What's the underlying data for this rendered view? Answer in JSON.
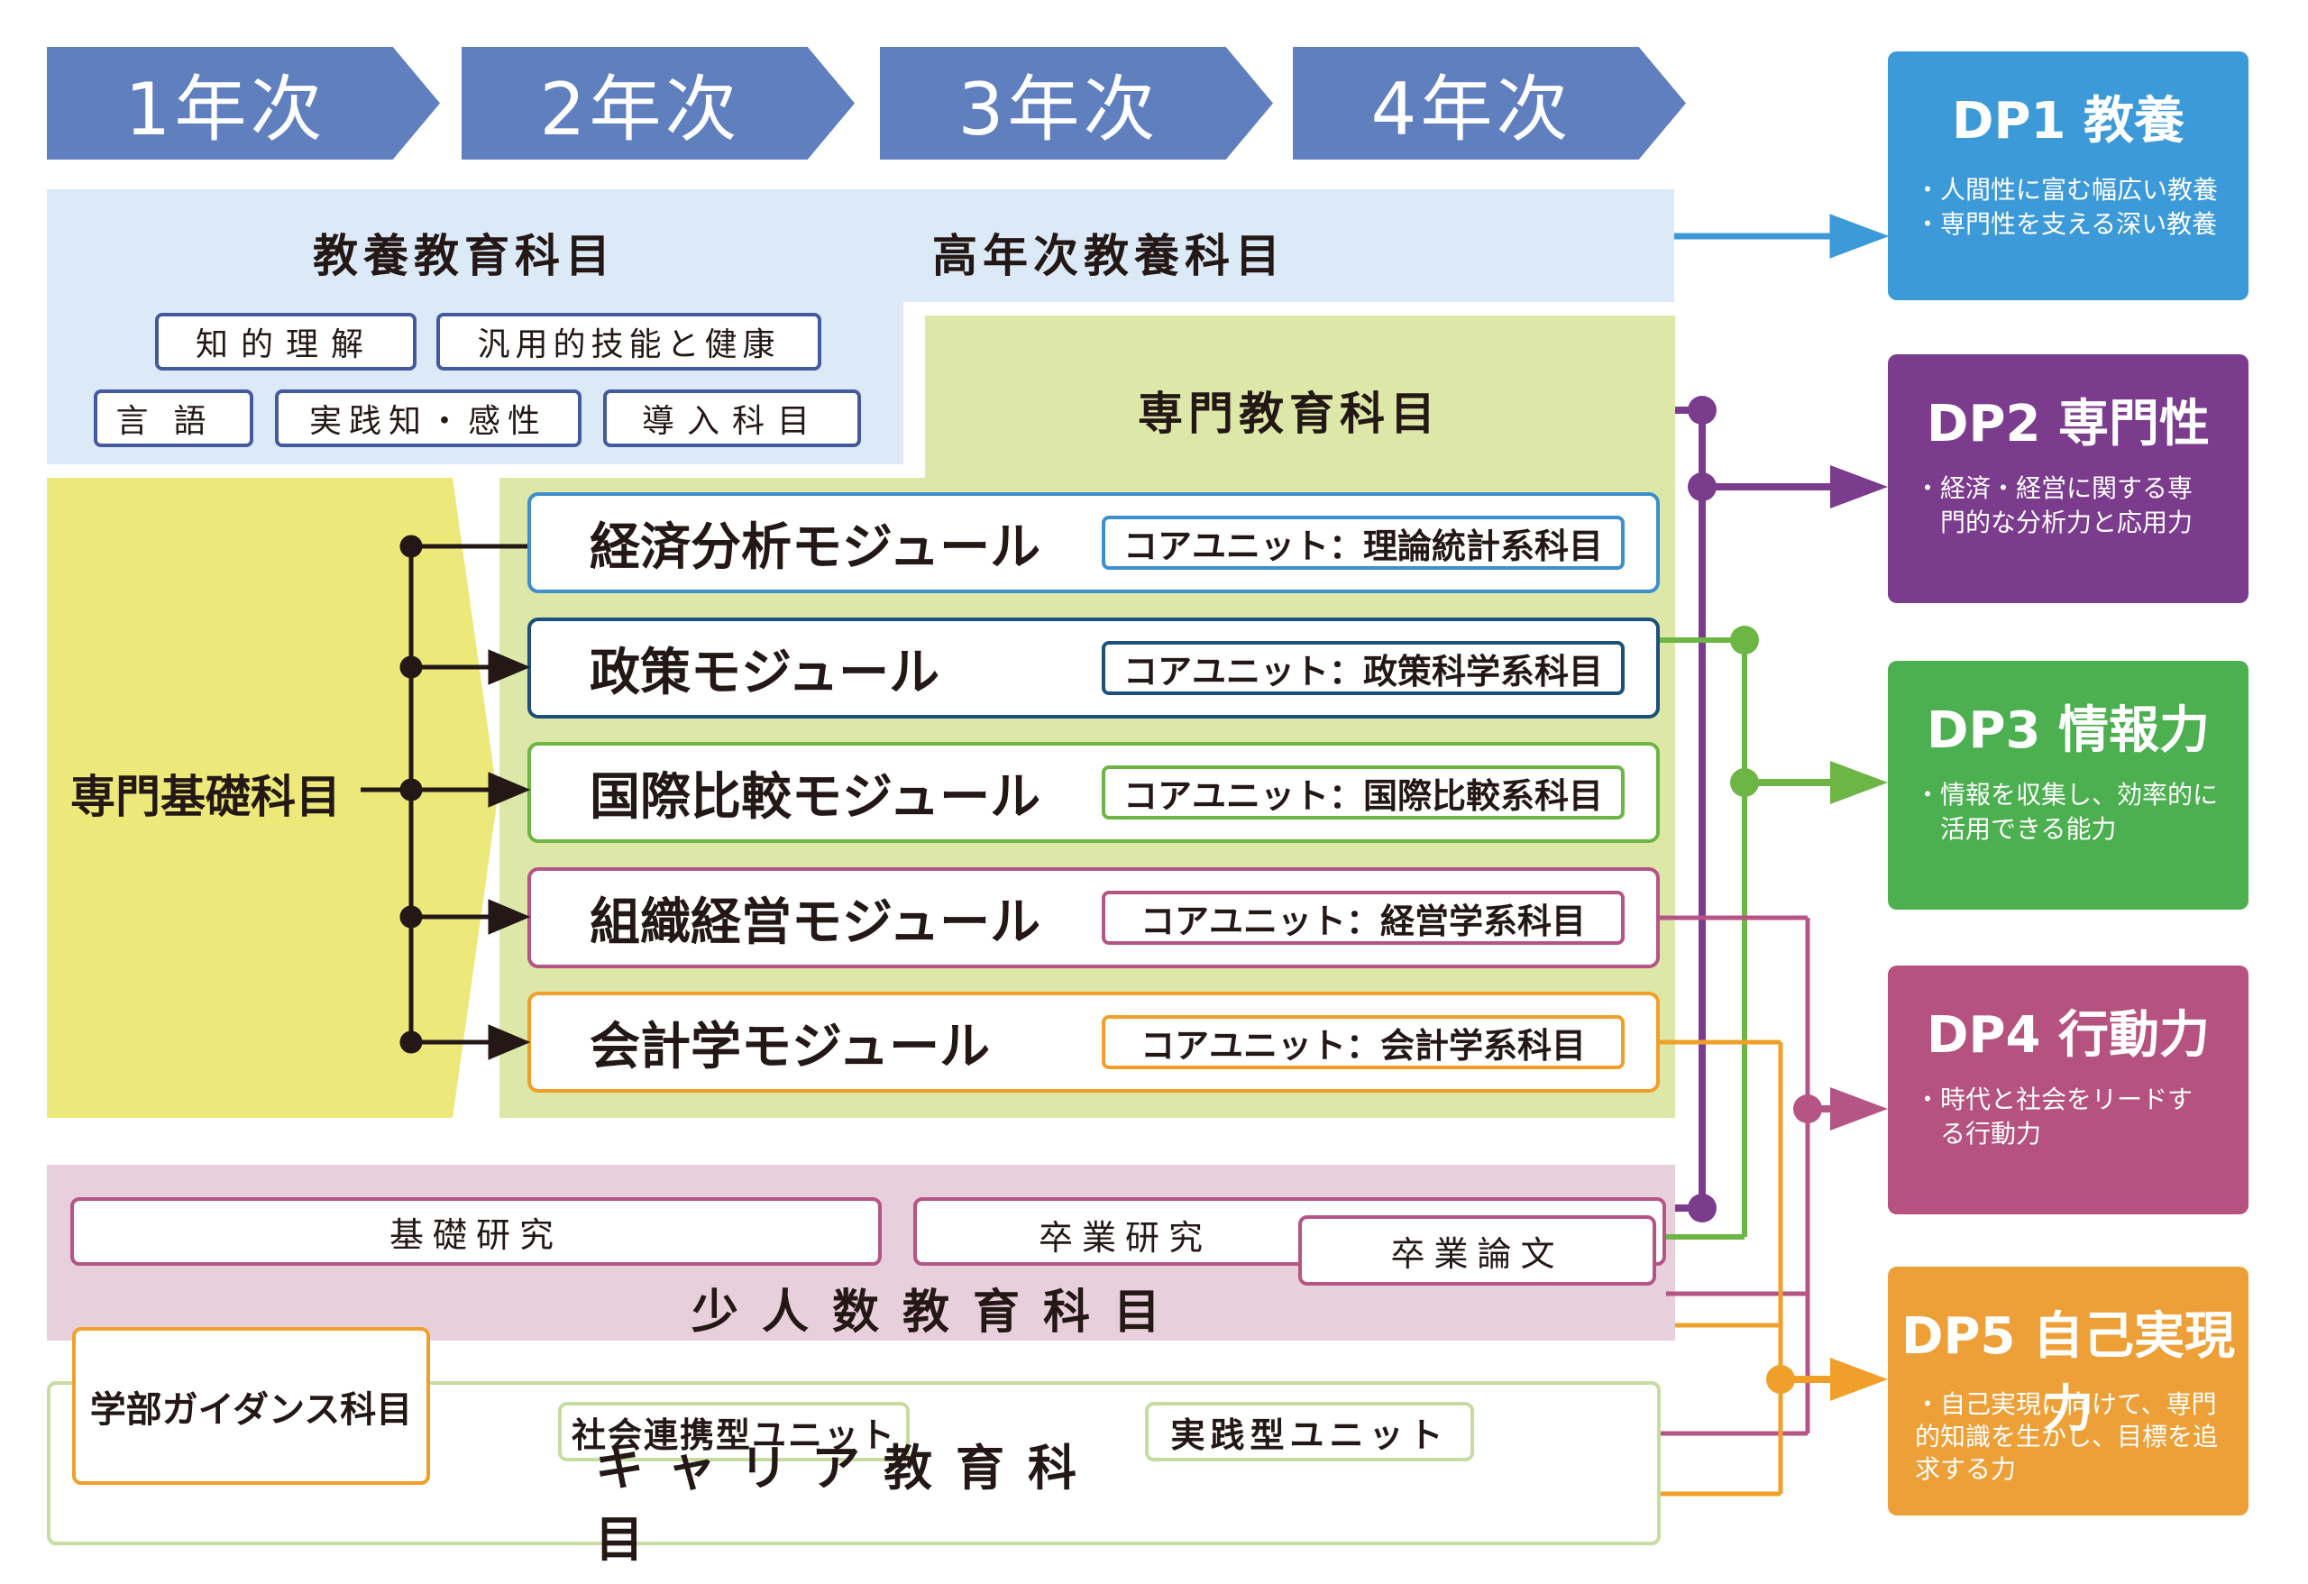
{
  "years": [
    "1年次",
    "2年次",
    "3年次",
    "4年次"
  ],
  "liberal": {
    "title": "教養教育科目",
    "upper_title": "高年次教養科目",
    "tags": [
      "知的理解",
      "汎用的技能と健康",
      "言語",
      "実践知・感性",
      "導入科目"
    ]
  },
  "specialized": {
    "title": "専門教育科目",
    "foundation": "専門基礎科目",
    "modules": [
      {
        "name": "経済分析モジュール",
        "core": "コアユニット：理論統計系科目",
        "color": "#3d8fcf"
      },
      {
        "name": "政策モジュール",
        "core": "コアユニット：政策科学系科目",
        "color": "#1c4f7a"
      },
      {
        "name": "国際比較モジュール",
        "core": "コアユニット：国際比較系科目",
        "color": "#6db544"
      },
      {
        "name": "組織経営モジュール",
        "core": "コアユニット：経営学系科目",
        "color": "#b45585"
      },
      {
        "name": "会計学モジュール",
        "core": "コアユニット：会計学系科目",
        "color": "#f0a02a"
      }
    ]
  },
  "seminar": {
    "title": "少人数教育科目",
    "basic": "基礎研究",
    "grad_research": "卒業研究",
    "thesis": "卒業論文"
  },
  "career": {
    "title": "キャリア教育科目",
    "guidance": "学部ガイダンス科目",
    "social_unit": "社会連携型ユニット",
    "practice_unit": "実践型ユニット"
  },
  "dps": [
    {
      "title": "DP1 教養",
      "text": "・人間性に富む幅広い教養\n・専門性を支える深い教養",
      "color": "#3c9ad8"
    },
    {
      "title": "DP2 専門性",
      "text": "・経済・経営に関する専\n　門的な分析力と応用力",
      "color": "#7b3c8e"
    },
    {
      "title": "DP3 情報力",
      "text": "・情報を収集し、効率的に\n　活用できる能力",
      "color": "#4caf50"
    },
    {
      "title": "DP4 行動力",
      "text": "・時代と社会をリードす\n　る行動力",
      "color": "#b5527f"
    },
    {
      "title": "DP5 自己実現力",
      "text": "・自己実現に向けて、専門\n的知識を生かし、目標を追\n求する力",
      "color": "#eea038"
    }
  ],
  "colors": {
    "year_band": "#5f7fbf",
    "liberal_bg": "#dce9f6",
    "specialized_bg": "#dde7a8",
    "foundation_bg": "#ede87a",
    "seminar_bg": "#e8cfdc",
    "career_border": "#c6dca1"
  }
}
